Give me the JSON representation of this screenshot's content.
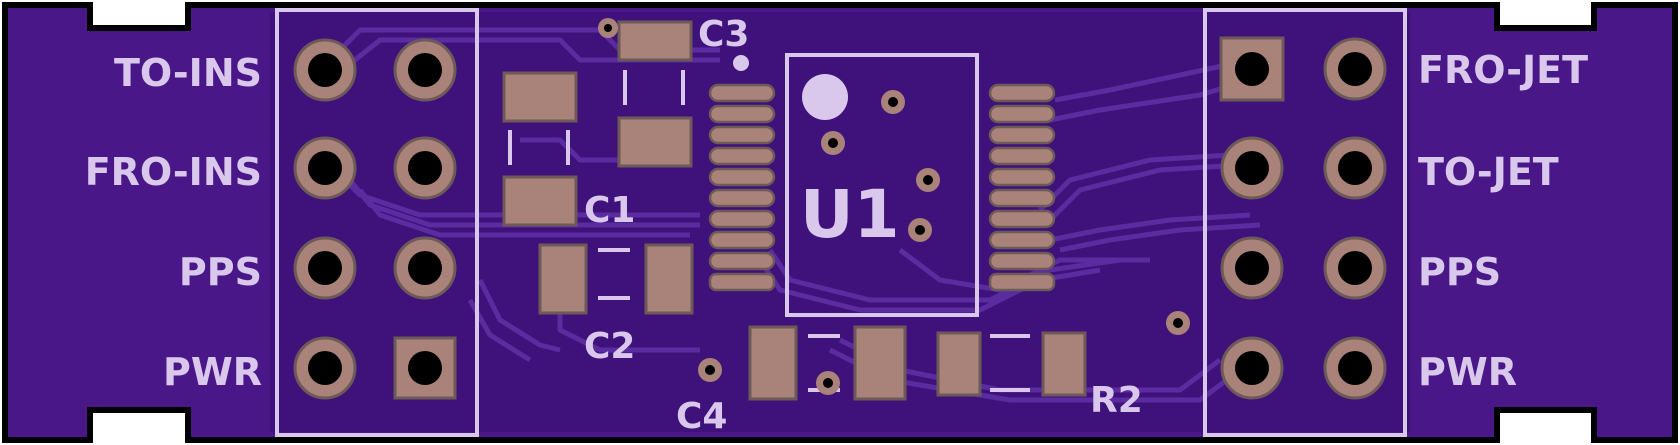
{
  "board": {
    "colors": {
      "substrate": "#4a1788",
      "copper_fill": "#3f117a",
      "trace": "#5b2ca0",
      "silkscreen": "#d9c8ec",
      "pad": "#a9837a",
      "pad_edge": "#6d5a58",
      "drill": "#000000",
      "outline": "#000000"
    },
    "labels": {
      "left_pins": [
        "TO-INS",
        "FRO-INS",
        "PPS",
        "PWR"
      ],
      "right_pins": [
        "FRO-JET",
        "TO-JET",
        "PPS",
        "PWR"
      ],
      "c1": "C1",
      "c2": "C2",
      "c3": "C3",
      "c4": "C4",
      "r2": "R2",
      "u1": "U1"
    }
  }
}
